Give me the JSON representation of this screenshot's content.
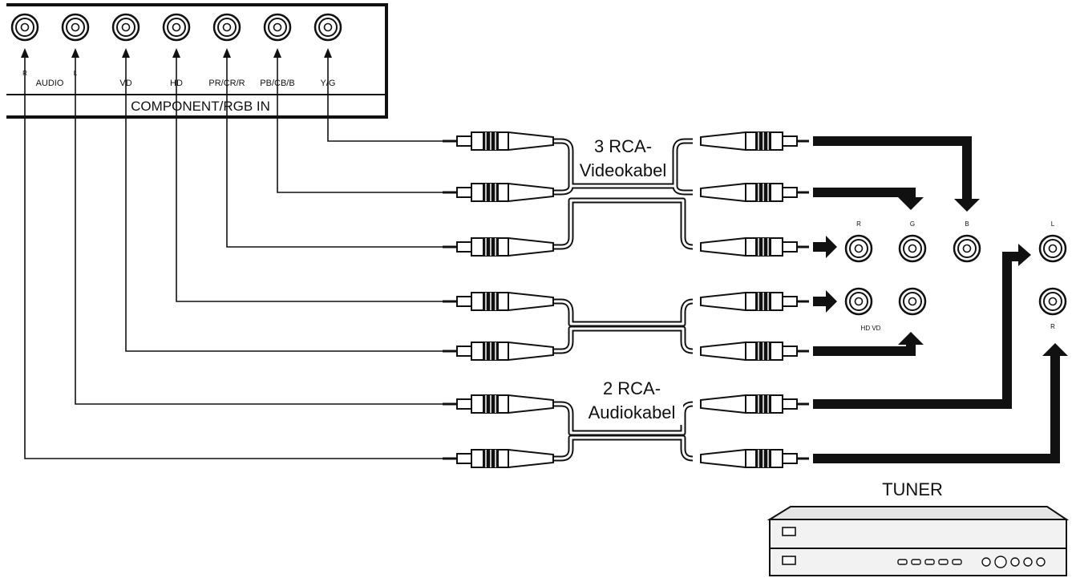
{
  "panel": {
    "title": "COMPONENT/RGB IN",
    "audio_label": "AUDIO",
    "jack_labels": {
      "r": "R",
      "l": "L",
      "vd": "VD",
      "hd": "HD",
      "pr": "PR/CR/R",
      "pb": "PB/CB/B",
      "y": "Y/G"
    }
  },
  "cables": {
    "video_line1": "3 RCA-",
    "video_line2": "Videokabel",
    "audio_line1": "2 RCA-",
    "audio_line2": "Audiokabel"
  },
  "source_jacks": {
    "r": "R",
    "g": "G",
    "b": "B",
    "hd_vd": "HD VD",
    "audio_l": "L",
    "audio_r": "R"
  },
  "device": {
    "name": "TUNER"
  }
}
